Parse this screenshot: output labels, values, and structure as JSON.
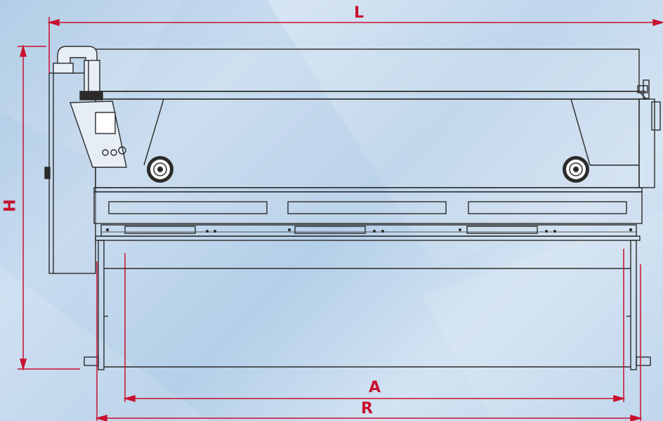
{
  "colors": {
    "dimension_red": "#c8102e",
    "outline": "#2b2b2b",
    "background_light": "#cfe0f0",
    "background_dark": "#a9c8e4"
  },
  "dimensions": {
    "length": "L",
    "height": "H",
    "a": "A",
    "r": "R"
  }
}
